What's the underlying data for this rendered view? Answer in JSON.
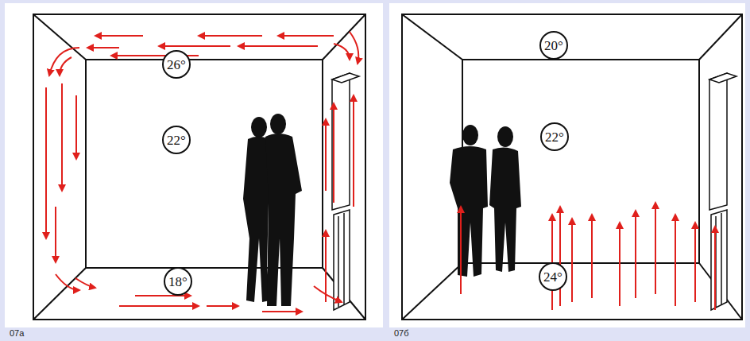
{
  "diagram": {
    "nodes": [
      {
        "text": [
          "26°"
        ]
      },
      {
        "text": [
          "22°"
        ]
      },
      {
        "text": [
          "18°"
        ]
      },
      {
        "text": [
          "20°"
        ]
      },
      {
        "text": [
          "22°"
        ]
      },
      {
        "text": [
          "24°"
        ]
      }
    ],
    "labels": [
      "07a",
      "07б"
    ]
  }
}
